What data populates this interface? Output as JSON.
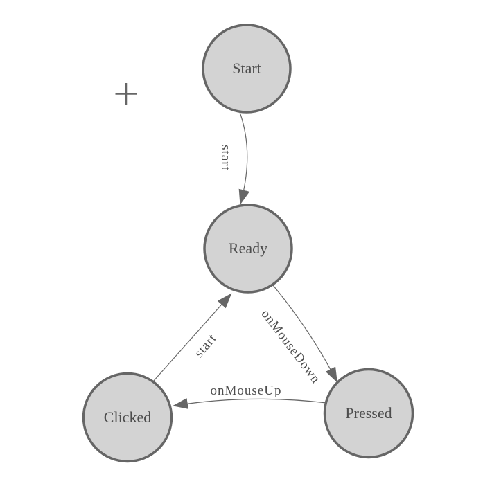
{
  "diagram": {
    "type": "state-machine",
    "nodes": [
      {
        "id": "start",
        "label": "Start"
      },
      {
        "id": "ready",
        "label": "Ready"
      },
      {
        "id": "clicked",
        "label": "Clicked"
      },
      {
        "id": "pressed",
        "label": "Pressed"
      }
    ],
    "edges": [
      {
        "from": "Start",
        "to": "Ready",
        "label": "start"
      },
      {
        "from": "Clicked",
        "to": "Ready",
        "label": "start"
      },
      {
        "from": "Ready",
        "to": "Pressed",
        "label": "onMouseDown"
      },
      {
        "from": "Pressed",
        "to": "Clicked",
        "label": "onMouseUp"
      }
    ],
    "colors": {
      "node_fill": "#d3d3d3",
      "node_stroke": "#666666",
      "edge_stroke": "#666666",
      "label_text": "#4d4d4d"
    }
  }
}
